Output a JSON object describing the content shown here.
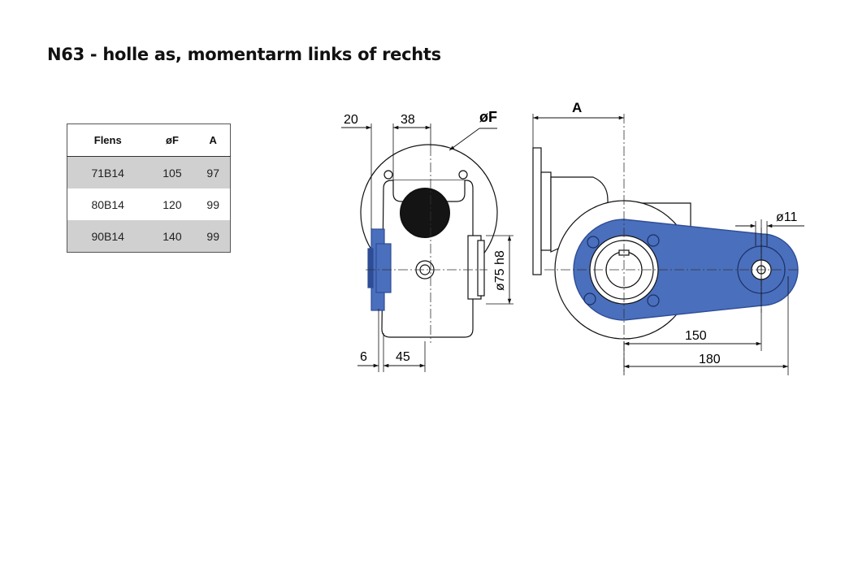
{
  "title": "N63 - holle as, momentarm links of rechts",
  "table": {
    "headers": [
      "Flens",
      "øF",
      "A"
    ],
    "rows": [
      [
        "71B14",
        "105",
        "97"
      ],
      [
        "80B14",
        "120",
        "99"
      ],
      [
        "90B14",
        "140",
        "99"
      ]
    ]
  },
  "dimensions": {
    "d20": "20",
    "d38": "38",
    "dF": "øF",
    "dA": "A",
    "d11": "ø11",
    "d75": "ø75 h8",
    "d6": "6",
    "d45": "45",
    "d150": "150",
    "d180": "180"
  },
  "colors": {
    "arm_blue": "#4a6fbd",
    "dark_blue": "#2f4d96",
    "bore_black": "#141414"
  }
}
